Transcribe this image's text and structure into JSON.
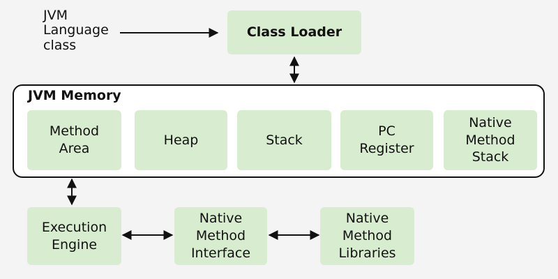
{
  "source_label": "JVM\nLanguage\nclass",
  "class_loader": "Class Loader",
  "memory": {
    "title": "JVM Memory",
    "areas": [
      "Method\nArea",
      "Heap",
      "Stack",
      "PC\nRegister",
      "Native\nMethod\nStack"
    ]
  },
  "execution_engine": "Execution\nEngine",
  "native_interface": "Native\nMethod\nInterface",
  "native_libraries": "Native\nMethod\nLibraries",
  "colors": {
    "box_fill": "#d8edcf",
    "background": "#f4f4f4",
    "stroke": "#111111"
  }
}
